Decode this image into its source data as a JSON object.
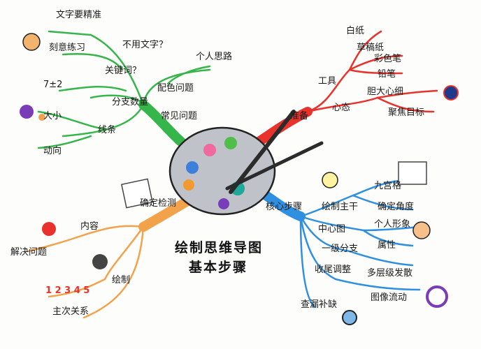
{
  "title": {
    "line1": "绘制思维导图",
    "line2": "基本步骤"
  },
  "colors": {
    "green": "#36b54a",
    "red": "#e8322b",
    "blue": "#2f8fe0",
    "orange": "#f2a24a",
    "palette": "#bfc2c9"
  },
  "branches": {
    "tools": {
      "label": "工具",
      "items": {
        "paper": "白纸",
        "draft": "草稿纸",
        "colorpen": "彩色笔",
        "pencil": "铅笔"
      }
    },
    "prepare": {
      "label": "准备"
    },
    "mindset": {
      "label": "心态",
      "items": {
        "bold": "胆大心细",
        "focus": "聚焦目标"
      }
    },
    "problems": {
      "label": "常见问题",
      "items": {
        "text": "文字要精准",
        "practice": "刻意练习",
        "nowords": "不用文字？",
        "keyword": "关键词？",
        "layout": "个人思路",
        "level": "分支数量",
        "seven": "7±2",
        "tieline": "线条",
        "size": "大小",
        "move": "动向",
        "drawing": "配色问题"
      }
    },
    "core": {
      "label": "核心步骤",
      "items": {
        "center": "中心图",
        "draw_main": "绘制主干",
        "nine": "九宫格",
        "angle": "确定角度",
        "personal": "个人形象",
        "attr": "属性",
        "branch": "一级分支",
        "layers": "多层级发散",
        "line": "收尾调整",
        "flow": "图像流动",
        "check": "查漏补缺"
      }
    },
    "extra": {
      "label": "确定检测",
      "items": {
        "problem": "解决问题",
        "content": "内容",
        "draw": "绘制",
        "nums": "1 2 3 4 5",
        "main": "主次关系"
      }
    }
  }
}
